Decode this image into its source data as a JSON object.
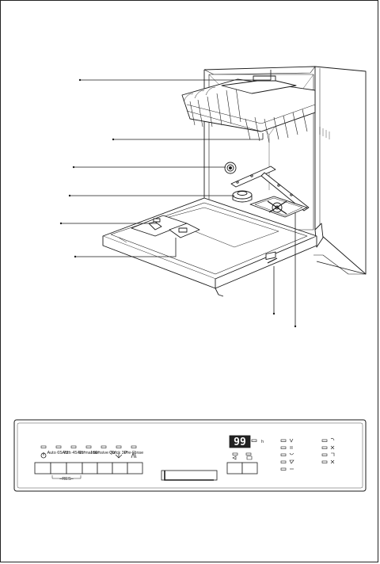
{
  "control_panel": {
    "program_labels": [
      "Auto 65-75°",
      "Auto 45-65°",
      "Normal 50°",
      "Intensive 70°",
      "Quick 30°",
      "Pre-Rinse"
    ],
    "program_icons": [
      "power-icon",
      "auto-intensive-icon",
      "auto-normal-icon",
      "normal-icon",
      "eco-icon",
      "quick-icon",
      "prewash-icon"
    ],
    "display_value": "99",
    "delay_label": "h",
    "indicator_labels_col1": [
      "rinse",
      "II",
      "half-load",
      "salt",
      "rinse-aid"
    ],
    "indicator_labels_col2": [
      "end",
      "start",
      "tap",
      "clean"
    ],
    "bracket_label": "–RES–"
  },
  "colors": {
    "line": "#1a1a1a",
    "display_bg": "#222222",
    "panel_bg": "#ffffff"
  }
}
